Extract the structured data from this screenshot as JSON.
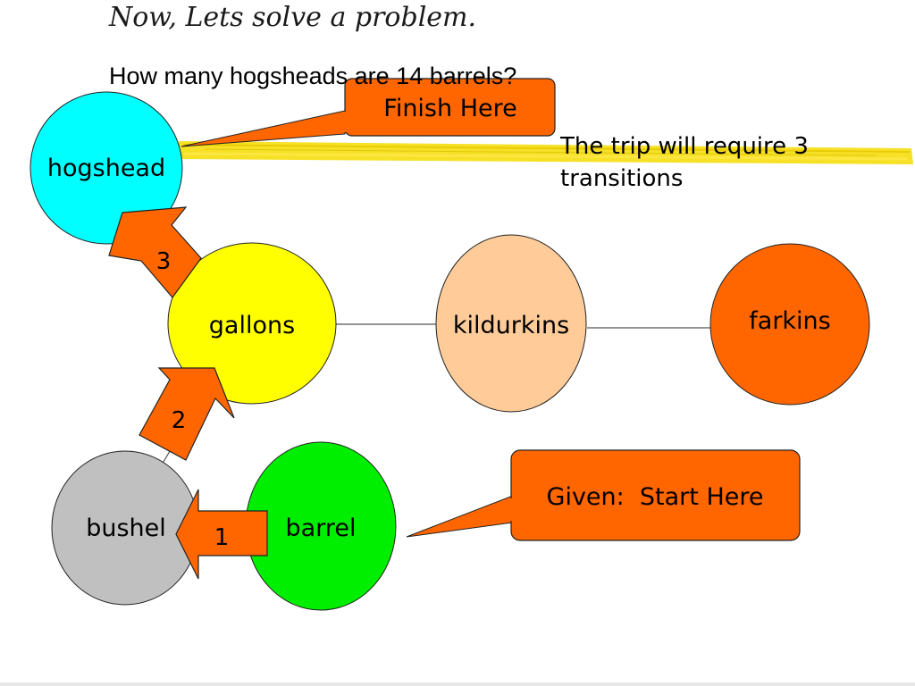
{
  "slide": {
    "title": "Now, Lets solve a problem.",
    "question": "How many hogsheads are 14 barrels?",
    "trip_note": "The trip will require 3 transitions"
  },
  "nodes": {
    "hogshead": "hogshead",
    "gallons": "gallons",
    "kildurkins": "kildurkins",
    "farkins": "farkins",
    "bushel": "bushel",
    "barrel": "barrel"
  },
  "steps": {
    "step1": "1",
    "step2": "2",
    "step3": "3"
  },
  "callouts": {
    "finish": "Finish Here",
    "start": "Given:  Start Here"
  },
  "colors": {
    "hogshead": "#00ffff",
    "gallons": "#ffff00",
    "kildurkins": "#ffcc99",
    "farkins": "#ff6600",
    "bushel": "#c0c0c0",
    "barrel": "#00ee00",
    "arrow": "#ff6600",
    "callout": "#ff6600",
    "highlight": "#f4dc00"
  }
}
